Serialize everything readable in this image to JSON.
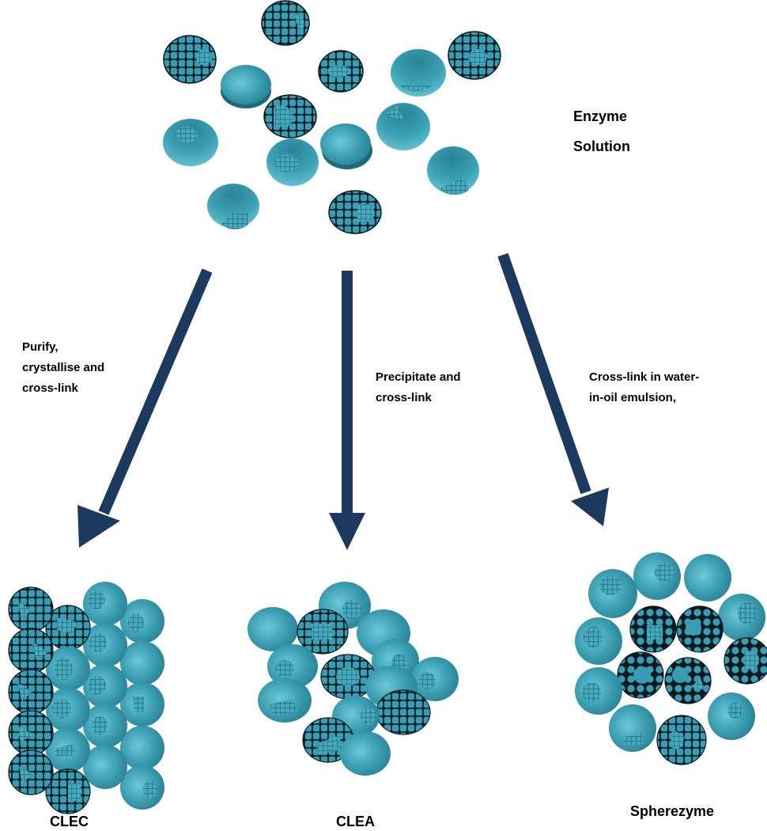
{
  "labels": {
    "enzyme_solution_line1": "Enzyme",
    "enzyme_solution_line2": "Solution",
    "route_clec_line1": "Purify,",
    "route_clec_line2": "crystallise and",
    "route_clec_line3": "cross-link",
    "route_clea_line1": "Precipitate and",
    "route_clea_line2": "cross-link",
    "route_sph_line1": "Cross-link in water-",
    "route_sph_line2": "in-oil emulsion,"
  },
  "results": {
    "clec": "CLEC",
    "clea": "CLEA",
    "spherezyme": "Spherezyme"
  },
  "colors": {
    "enzyme": "#3a9cb0",
    "enzyme_dark": "#1f6a7a",
    "arrow": "#1b3a5e",
    "lattice": "#0d1a22"
  }
}
